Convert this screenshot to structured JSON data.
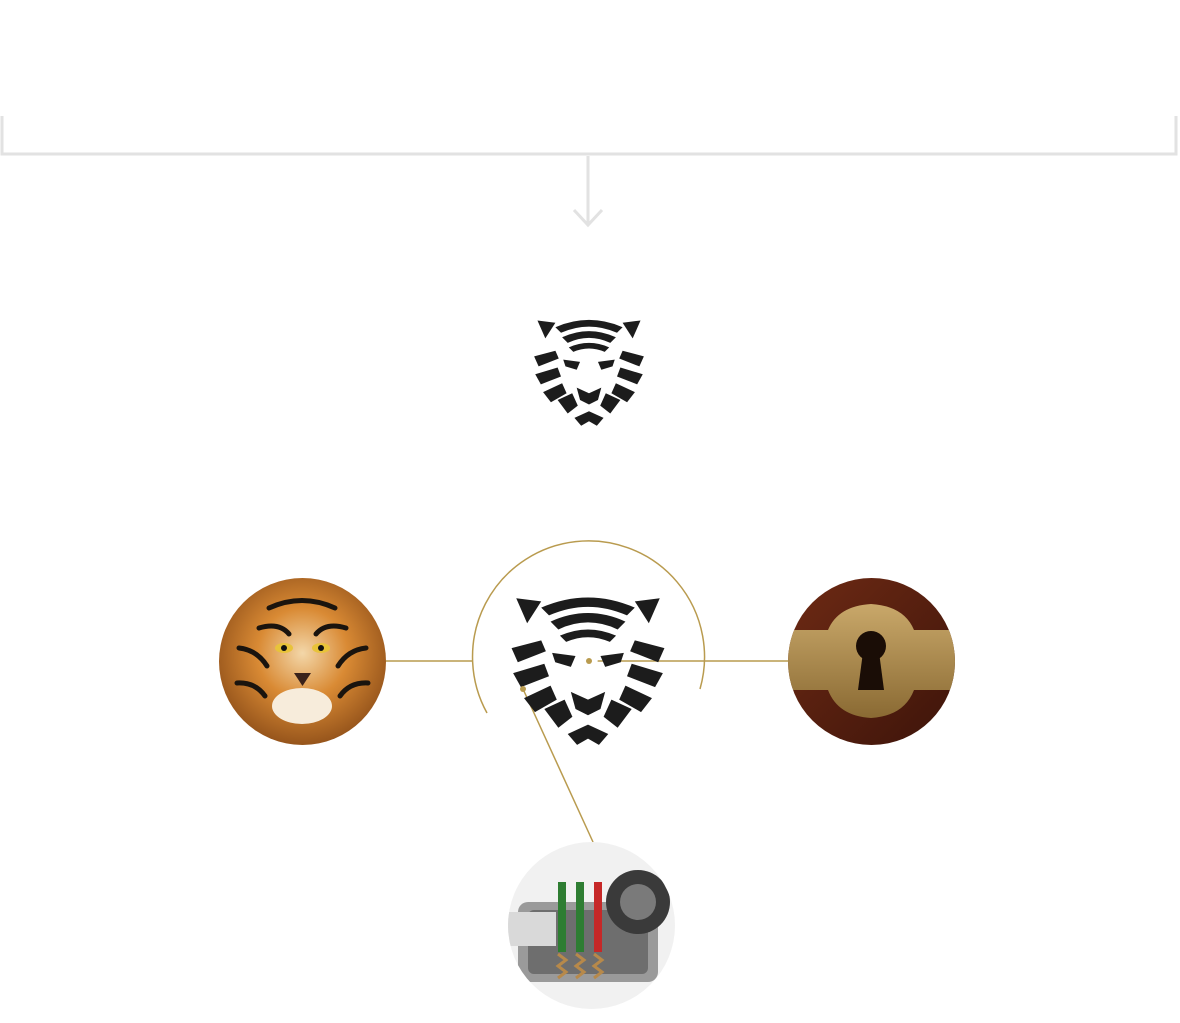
{
  "colors": {
    "accent_gold": "#b99b4f",
    "bracket_gray": "#e2e2e2",
    "logo_black": "#1c1c1c"
  },
  "icons": {
    "bracket": "down-arrow-icon",
    "logo": "tiger-head-logo",
    "inputs": [
      "tiger-photo",
      "keyhole-photo",
      "lock-cylinder-photo"
    ]
  }
}
